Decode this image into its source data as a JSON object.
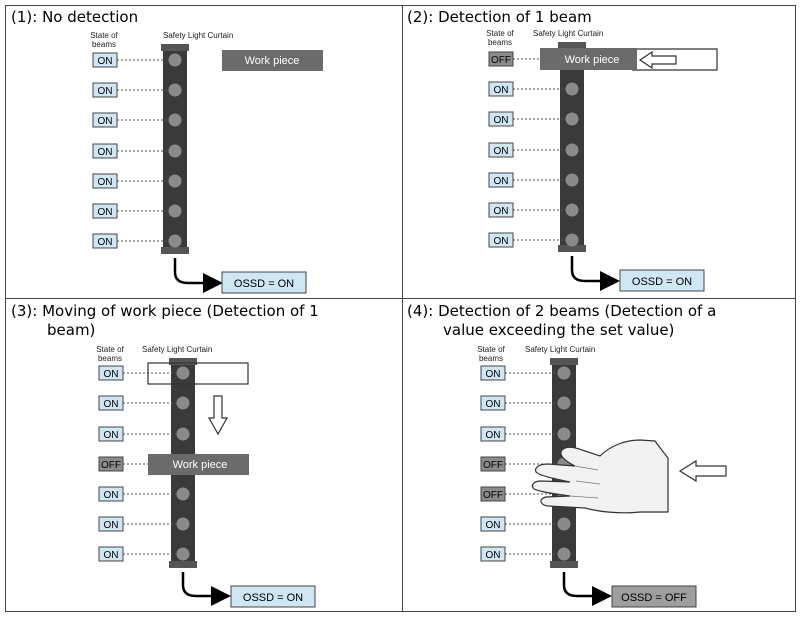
{
  "labels": {
    "state_of_beams_line1": "State of",
    "state_of_beams_line2": "beams",
    "safety_light_curtain": "Safety Light Curtain",
    "work_piece": "Work piece"
  },
  "panels": [
    {
      "title": "(1): No detection",
      "states": [
        "ON",
        "ON",
        "ON",
        "ON",
        "ON",
        "ON",
        "ON"
      ],
      "ossd": "OSSD = ON",
      "ossd_state": "on"
    },
    {
      "title": "(2): Detection of 1 beam",
      "states": [
        "OFF",
        "ON",
        "ON",
        "ON",
        "ON",
        "ON",
        "ON"
      ],
      "ossd": "OSSD = ON",
      "ossd_state": "on"
    },
    {
      "title_line1": "(3): Moving of work piece (Detection of 1",
      "title_line2": "beam)",
      "states": [
        "ON",
        "ON",
        "ON",
        "OFF",
        "ON",
        "ON",
        "ON"
      ],
      "ossd": "OSSD = ON",
      "ossd_state": "on"
    },
    {
      "title_line1": "(4): Detection of 2 beams (Detection of a",
      "title_line2": "value exceeding the set value)",
      "states": [
        "ON",
        "ON",
        "ON",
        "OFF",
        "OFF",
        "ON",
        "ON"
      ],
      "ossd": "OSSD = OFF",
      "ossd_state": "off"
    }
  ],
  "colors": {
    "on_fill": "#cfe6f3",
    "off_fill": "#8c8c8c",
    "ossd_on_fill": "#cfe6f3",
    "ossd_off_fill": "#9e9e9e",
    "curtain": "#3a3a3a",
    "beam_dot": "#8a8a8a",
    "work_piece": "#6b6b6b"
  }
}
